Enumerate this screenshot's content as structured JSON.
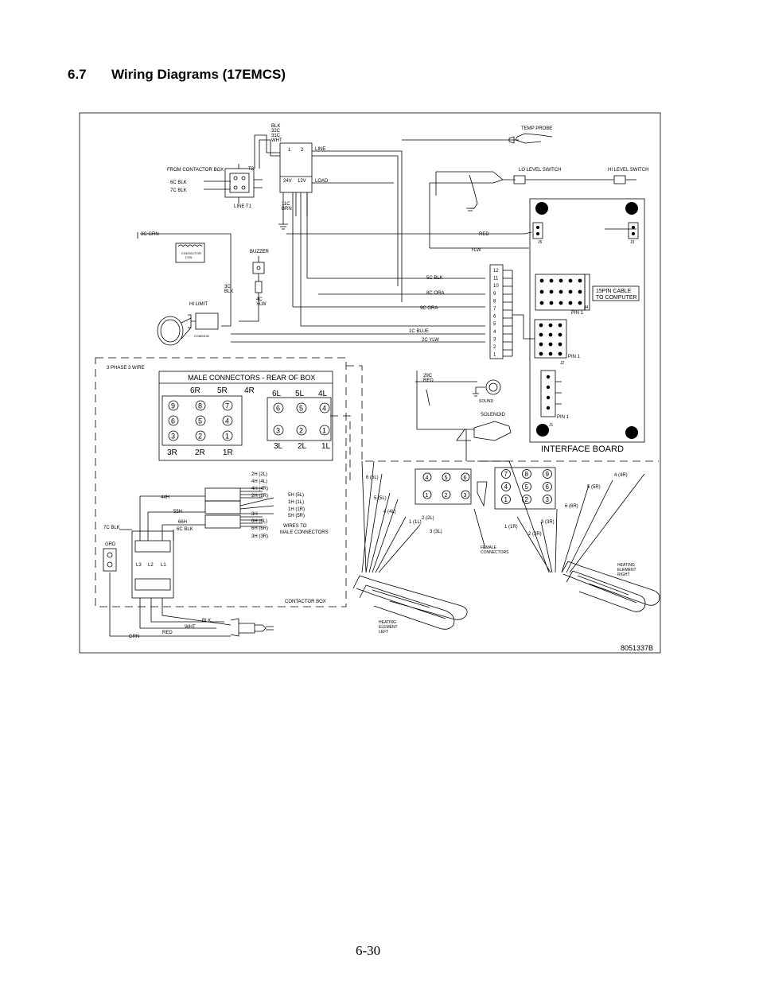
{
  "section": {
    "number": "6.7",
    "title": "Wiring Diagrams (17EMCS)"
  },
  "page_number": "6-30",
  "diagram": {
    "drawing_number": "8051337B",
    "top_wires": [
      "BLK",
      "32C",
      "31C",
      "WHT"
    ],
    "transformer": {
      "line": "LINE",
      "load": "LOAD",
      "pins": [
        "1",
        "2"
      ],
      "voltages": [
        "24V",
        "12V"
      ],
      "wire": [
        "11C",
        "BRN"
      ]
    },
    "terminal_block": {
      "from_label": "FROM CONTACTOR BOX",
      "wires": [
        "6C BLK",
        "7C BLK"
      ],
      "t2": "T2",
      "line_t1": "LINE T1"
    },
    "temp_probe": "TEMP PROBE",
    "lo_level_switch": "LO LEVEL SWITCH",
    "hi_level_switch": "HI LEVEL SWITCH",
    "contactor_coil": {
      "wire": "3C GRN",
      "label": [
        "CONTACTOR",
        "COIL"
      ]
    },
    "buzzer": "BUZZER",
    "hi_limit": {
      "label": "HI LIMIT",
      "wire": [
        "3C",
        "BLK"
      ],
      "common": "COMMON",
      "wire2": [
        "4C",
        "YLW"
      ]
    },
    "harness_wires": [
      "RED",
      "YLW",
      "5C BLK",
      "8C ORA",
      "9C ORA",
      "1C BLUE",
      "2C YLW"
    ],
    "connector_pins": [
      "12",
      "11",
      "10",
      "9",
      "8",
      "7",
      "6",
      "5",
      "4",
      "3",
      "2",
      "1"
    ],
    "sound": "SOUND",
    "solenoid": {
      "label": "SOLENOID",
      "wire": [
        "29C",
        "RED"
      ]
    },
    "interface_board": {
      "label": "INTERFACE BOARD",
      "cable_label": [
        "15PIN CABLE",
        "TO COMPUTER"
      ],
      "pin1": "PIN 1",
      "jacks": [
        "J5",
        "J3",
        "J4",
        "J2",
        "J1"
      ]
    },
    "three_phase": "3 PHASE 3 WIRE",
    "male_connectors": {
      "title": "MALE CONNECTORS - REAR OF BOX",
      "right_top": [
        "6R",
        "5R",
        "4R"
      ],
      "right_pins": [
        "9",
        "8",
        "7",
        "6",
        "5",
        "4",
        "3",
        "2",
        "1"
      ],
      "right_bottom": [
        "3R",
        "2R",
        "1R"
      ],
      "left_top": [
        "6L",
        "5L",
        "4L"
      ],
      "left_pins": [
        "6",
        "5",
        "4",
        "3",
        "2",
        "1"
      ],
      "left_bottom": [
        "3L",
        "2L",
        "1L"
      ]
    },
    "terminal_wires_left": [
      "2H (2L)",
      "4H (4L)",
      "4H (4R)",
      "2H (2R)"
    ],
    "terminal_wires_right": [
      "5H (5L)",
      "1H (1L)",
      "1H (1R)",
      "5H (5R)",
      "3H",
      "6H (6L)",
      "6H (6R)",
      "3H (3R)"
    ],
    "wires_to": [
      "WIRES TO",
      "MALE CONNECTORS"
    ],
    "contactor_labels": [
      "44H",
      "55H",
      "66H",
      "7C BLK",
      "6C BLK"
    ],
    "grd": "GRD",
    "phases": [
      "L3",
      "L2",
      "L1"
    ],
    "contactor_box": "CONTACTOR BOX",
    "power_cord": [
      "BLK",
      "WHT",
      "RED",
      "GRN"
    ],
    "female_connectors": [
      "FEMALE",
      "CONNECTORS"
    ],
    "left_female": {
      "pins_top": [
        "4",
        "5",
        "6"
      ],
      "pins_bottom": [
        "1",
        "2",
        "3"
      ],
      "wires": [
        "6 (6L)",
        "5 (5L)",
        "4 (4L)",
        "1 (1L)",
        "2 (2L)",
        "3 (3L)"
      ]
    },
    "right_female": {
      "pins": [
        "7",
        "8",
        "9",
        "4",
        "5",
        "6",
        "1",
        "2",
        "3"
      ],
      "wires": [
        "4 (4R)",
        "5 (5R)",
        "6 (6R)",
        "1 (1R)",
        "2 (2R)",
        "3 (3R)"
      ]
    },
    "heating_left": [
      "HEATING",
      "ELEMENT",
      "LEFT"
    ],
    "heating_right": [
      "HEATING",
      "ELEMENT",
      "RIGHT"
    ]
  }
}
